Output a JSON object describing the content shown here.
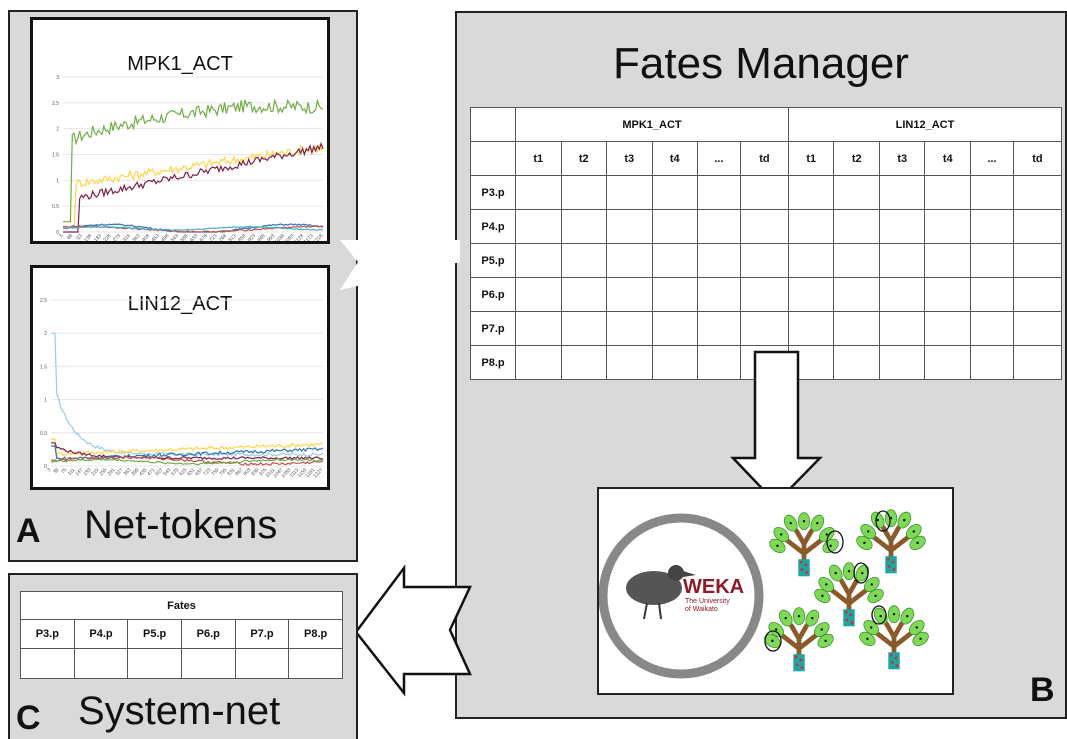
{
  "panelA": {
    "letter": "A",
    "label": "Net-tokens",
    "charts": [
      {
        "title": "MPK1_ACT",
        "yticks": [
          "0",
          "0.5",
          "1",
          "1.5",
          "2",
          "2.5",
          "3"
        ],
        "xticks": [
          "3",
          "48",
          "93",
          "138",
          "183",
          "228",
          "273",
          "318",
          "363",
          "408",
          "453",
          "498",
          "543",
          "588",
          "633",
          "678",
          "723",
          "768",
          "813",
          "858",
          "903",
          "948",
          "993",
          "1038",
          "1083",
          "1128",
          "1173",
          "1218"
        ],
        "series_colors": [
          "#70ad47",
          "#ffd54a",
          "#7b2049",
          "#2e75b6",
          "#c0504d",
          "#4bacc6"
        ]
      },
      {
        "title": "LIN12_ACT",
        "yticks": [
          "0",
          "0.5",
          "1",
          "1.5",
          "2",
          "2.5"
        ],
        "xticks": [
          "3",
          "39",
          "75",
          "111",
          "147",
          "183",
          "219",
          "255",
          "291",
          "327",
          "363",
          "399",
          "435",
          "471",
          "507",
          "543",
          "579",
          "615",
          "651",
          "687",
          "723",
          "759",
          "795",
          "831",
          "867",
          "903",
          "939",
          "975",
          "1011",
          "1047",
          "1083",
          "1119",
          "1155",
          "1191",
          "1227"
        ],
        "series_colors": [
          "#9ecae1",
          "#ffd54a",
          "#7b2049",
          "#2e75b6",
          "#c0504d",
          "#70ad47"
        ]
      }
    ]
  },
  "panelB": {
    "title": "Fates Manager",
    "letter": "B",
    "groups": [
      "MPK1_ACT",
      "LIN12_ACT"
    ],
    "columns": [
      "t1",
      "t2",
      "t3",
      "t4",
      "...",
      "td",
      "t1",
      "t2",
      "t3",
      "t4",
      "...",
      "td"
    ],
    "rows": [
      "P3.p",
      "P4.p",
      "P5.p",
      "P6.p",
      "P7.p",
      "P8.p"
    ],
    "weka": {
      "brand": "WEKA",
      "line1": "The University",
      "line2": "of Waikato"
    }
  },
  "panelC": {
    "letter": "C",
    "label": "System-net",
    "header": "Fates",
    "columns": [
      "P3.p",
      "P4.p",
      "P5.p",
      "P6.p",
      "P7.p",
      "P8.p"
    ]
  }
}
